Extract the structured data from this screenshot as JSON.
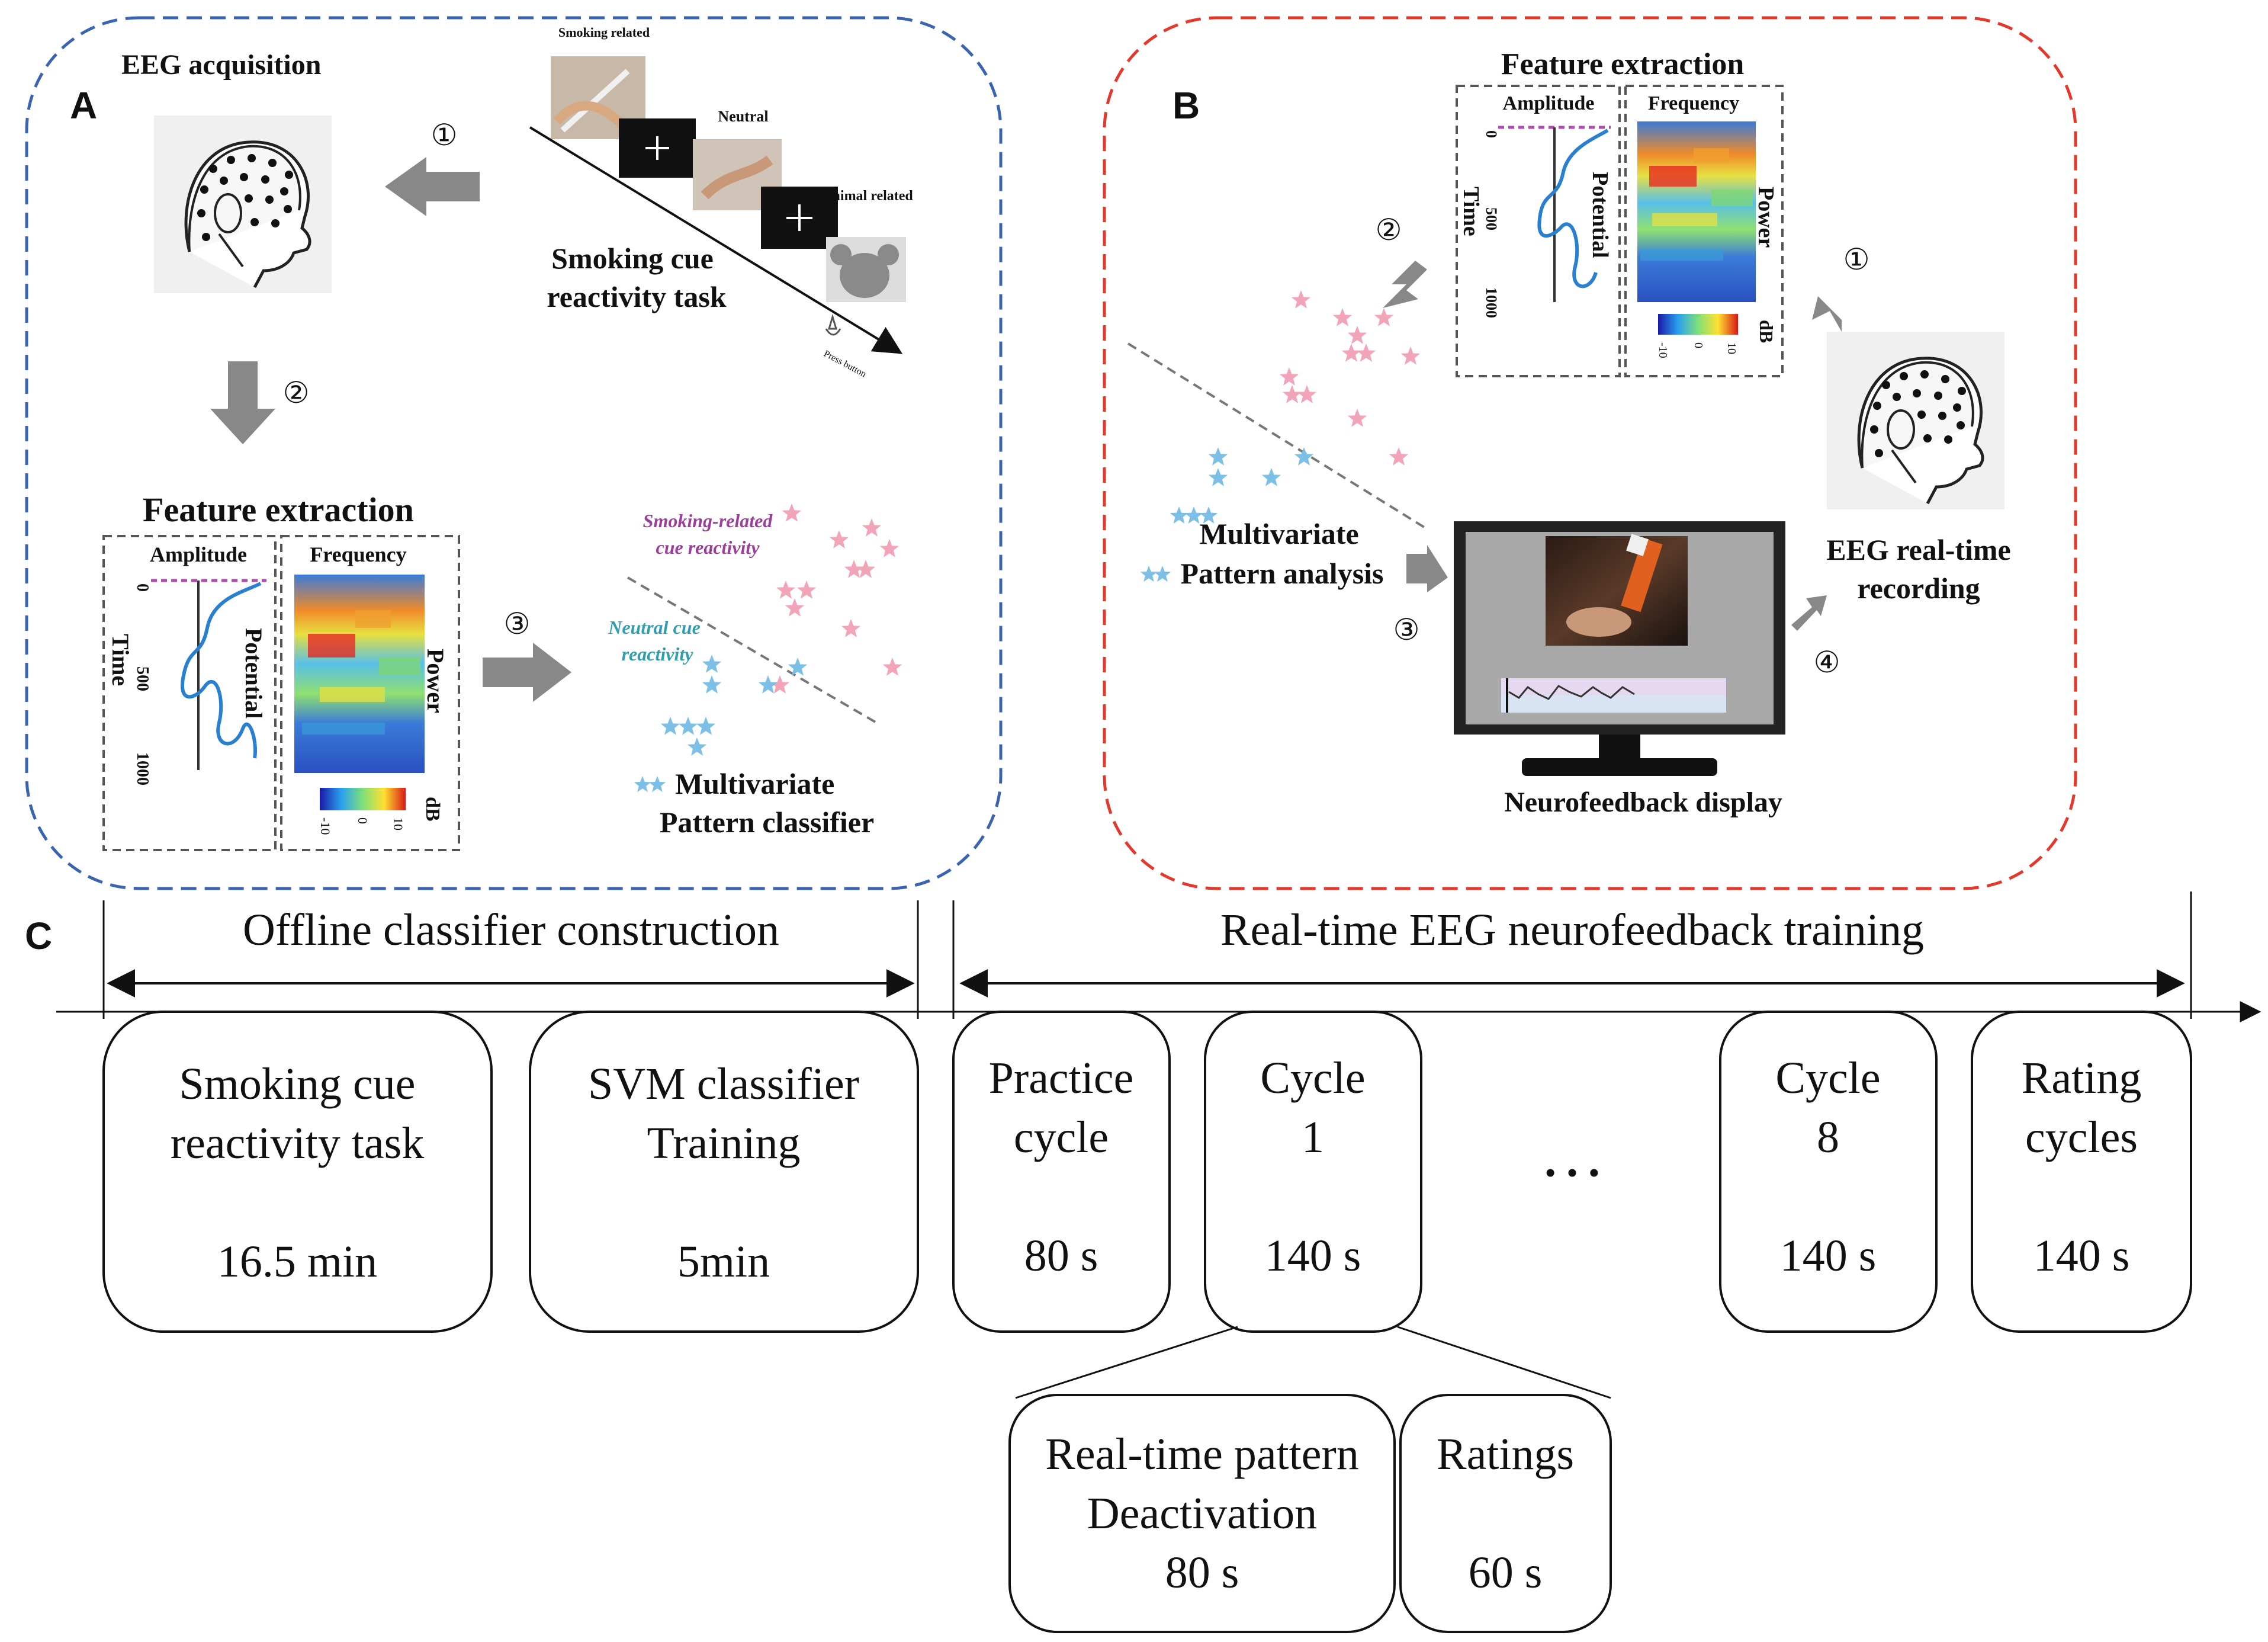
{
  "panel_a": {
    "letter": "A",
    "eeg_acquisition": "EEG acquisition",
    "step1": "①",
    "step2": "②",
    "step3": "③",
    "task_smoking_label": "Smoking related",
    "task_neutral_label": "Neutral",
    "task_animal_label": "Animal related",
    "task_title_line1": "Smoking cue",
    "task_title_line2": "reactivity task",
    "task_button": "Press button",
    "feature_title": "Feature extraction",
    "amplitude": "Amplitude",
    "frequency": "Frequency",
    "time_axis": "Time",
    "potential": "Potential",
    "power": "Power",
    "db": "dB",
    "tick_0": "0",
    "tick_500": "500",
    "tick_1000": "1000",
    "cbar_neg": "-10",
    "cbar_zero": "0",
    "cbar_pos": "10",
    "smoking_reactivity_line1": "Smoking-related",
    "smoking_reactivity_line2": "cue reactivity",
    "neutral_reactivity_line1": "Neutral cue",
    "neutral_reactivity_line2": "reactivity",
    "classifier_line1": "Multivariate",
    "classifier_line2": "Pattern classifier"
  },
  "panel_b": {
    "letter": "B",
    "feature_title": "Feature extraction",
    "amplitude": "Amplitude",
    "frequency": "Frequency",
    "time_axis": "Time",
    "potential": "Potential",
    "power": "Power",
    "db": "dB",
    "tick_0": "0",
    "tick_500": "500",
    "tick_1000": "1000",
    "cbar_neg": "-10",
    "cbar_zero": "0",
    "cbar_pos": "10",
    "step1": "①",
    "step2": "②",
    "step3": "③",
    "step4": "④",
    "analysis_line1": "Multivariate",
    "analysis_line2": "Pattern analysis",
    "recording_line1": "EEG real-time",
    "recording_line2": "recording",
    "display_label": "Neurofeedback display"
  },
  "panel_c": {
    "letter": "C",
    "offline_heading": "Offline classifier construction",
    "realtime_heading": "Real-time EEG neurofeedback training",
    "ellipsis": "…",
    "boxes": [
      {
        "line1": "Smoking cue",
        "line2": "reactivity task",
        "duration": "16.5 min"
      },
      {
        "line1": "SVM classifier",
        "line2": "Training",
        "duration": "5min"
      },
      {
        "line1": "Practice",
        "line2": "cycle",
        "duration": "80 s"
      },
      {
        "line1": "Cycle",
        "line2": "1",
        "duration": "140 s"
      },
      {
        "line1": "Cycle",
        "line2": "8",
        "duration": "140 s"
      },
      {
        "line1": "Rating",
        "line2": "cycles",
        "duration": "140 s"
      }
    ],
    "sub_boxes": [
      {
        "line1": "Real-time pattern",
        "line2": "Deactivation",
        "duration": "80 s"
      },
      {
        "line1": "Ratings",
        "line2": "",
        "duration": "60 s"
      }
    ]
  },
  "colors": {
    "panel_a_border": "#3a63b0",
    "panel_b_border": "#e4382c",
    "pink_star": "#f2a5b8",
    "blue_star": "#7cc0e8",
    "arrow_gray": "#888888",
    "purple_text": "#9b3f9b",
    "teal_text": "#2f9fb0"
  }
}
